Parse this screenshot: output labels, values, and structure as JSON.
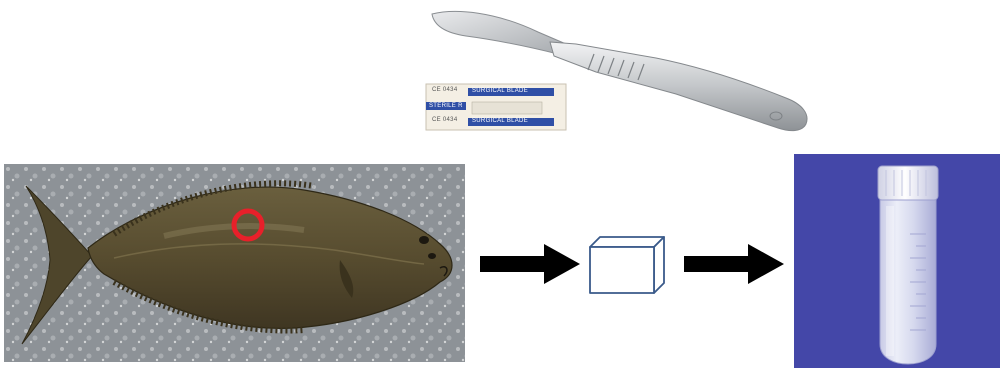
{
  "blade_packet": {
    "ce_mark_1": "CE 0434",
    "ce_mark_2": "CE 0434",
    "label_1": "SURGICAL BLADE",
    "label_2": "SURGICAL BLADE",
    "sterile": "STERILE R"
  },
  "colors": {
    "sampling_marker": "#e8202a",
    "vial_background": "#4447a8",
    "arrow": "#000000",
    "cube_stroke": "#3a5a8a"
  },
  "icons": [
    "scalpel-icon",
    "blade-packet-icon",
    "fish-photo",
    "sampling-circle",
    "arrow-right-icon",
    "tissue-cube-icon",
    "sample-vial-photo"
  ]
}
